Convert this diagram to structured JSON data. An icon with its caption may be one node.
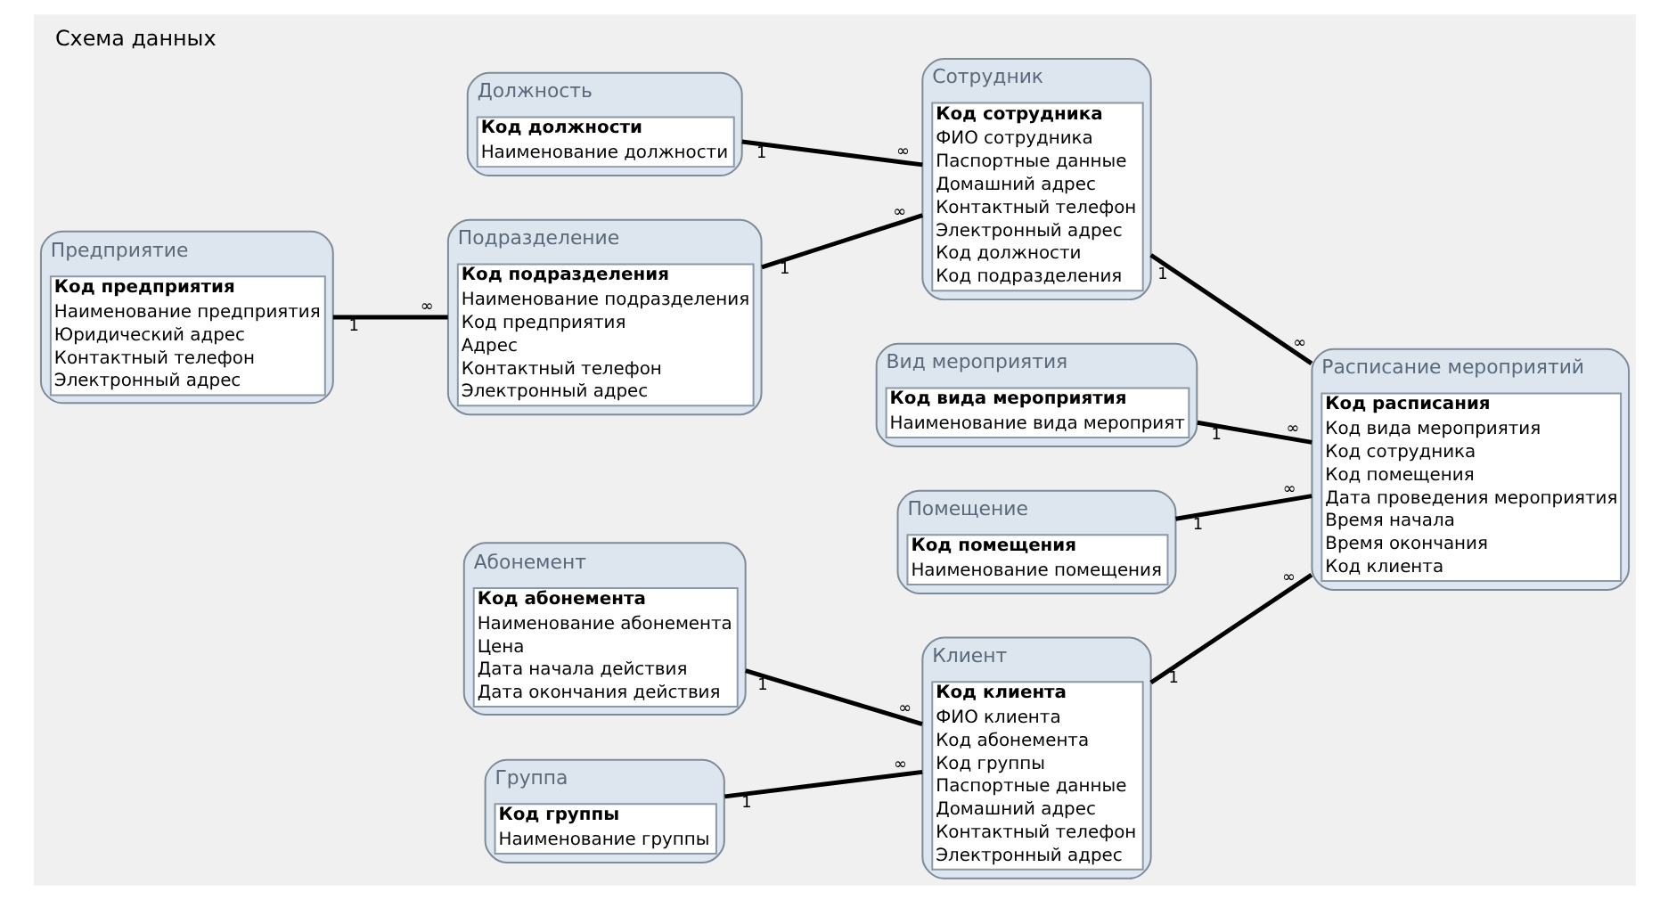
{
  "diagram": {
    "title": "Схема данных",
    "nodes": [
      {
        "text": [
          "Должность",
          "Код должности",
          "Наименование должности"
        ]
      },
      {
        "text": [
          "Сотрудник",
          "Код сотрудника",
          "ФИО сотрудника",
          "Паспортные данные",
          "Домашний адрес",
          "Контактный телефон",
          "Электронный адрес",
          "Код должности",
          "Код подразделения"
        ]
      },
      {
        "text": [
          "Подразделение",
          "Код подразделения",
          "Наименование подразделения",
          "Код предприятия",
          "Адрес",
          "Контактный телефон",
          "Электронный адрес"
        ]
      },
      {
        "text": [
          "Предприятие",
          "Код предприятия",
          "Наименование предприятия",
          "Юридический адрес",
          "Контактный телефон",
          "Электронный адрес"
        ]
      },
      {
        "text": [
          "Расписание мероприятий",
          "Код расписания",
          "Код вида мероприятия",
          "Код сотрудника",
          "Код помещения",
          "Дата проведения мероприятия",
          "Время начала",
          "Время окончания",
          "Код клиента"
        ]
      },
      {
        "text": [
          "Абонемент",
          "Код абонемента",
          "Наименование абонемента",
          "Цена",
          "Дата начала действия",
          "Дата окончания действия"
        ]
      },
      {
        "text": [
          "Группа",
          "Код группы",
          "Наименование группы"
        ]
      },
      {
        "text": [
          "Вид мероприятия",
          "Код вида мероприятия",
          "Наименование вида мероприят"
        ]
      },
      {
        "text": [
          "Помещение",
          "Код помещения",
          "Наименование помещения"
        ]
      },
      {
        "text": [
          "Клиент",
          "Код клиента",
          "ФИО клиента",
          "Код абонемента",
          "Код группы",
          "Паспортные данные",
          "Домашний адрес",
          "Контактный телефон",
          "Электронный адрес"
        ]
      }
    ],
    "edges": [
      {
        "from": 0,
        "to": 1,
        "arrow": "none"
      },
      {
        "from": 2,
        "to": 1,
        "arrow": "none"
      },
      {
        "from": 3,
        "to": 2,
        "arrow": "none"
      },
      {
        "from": 1,
        "to": 4,
        "arrow": "none"
      },
      {
        "from": 7,
        "to": 4,
        "arrow": "none"
      },
      {
        "from": 8,
        "to": 4,
        "arrow": "none"
      },
      {
        "from": 9,
        "to": 4,
        "arrow": "none"
      },
      {
        "from": 5,
        "to": 9,
        "arrow": "none"
      },
      {
        "from": 6,
        "to": 9,
        "arrow": "none"
      }
    ],
    "labels": [
      "1",
      "∞",
      "1",
      "∞",
      "1",
      "∞",
      "1",
      "∞",
      "1",
      "∞",
      "1",
      "∞",
      "1",
      "∞",
      "1",
      "∞",
      "1",
      "∞"
    ]
  }
}
